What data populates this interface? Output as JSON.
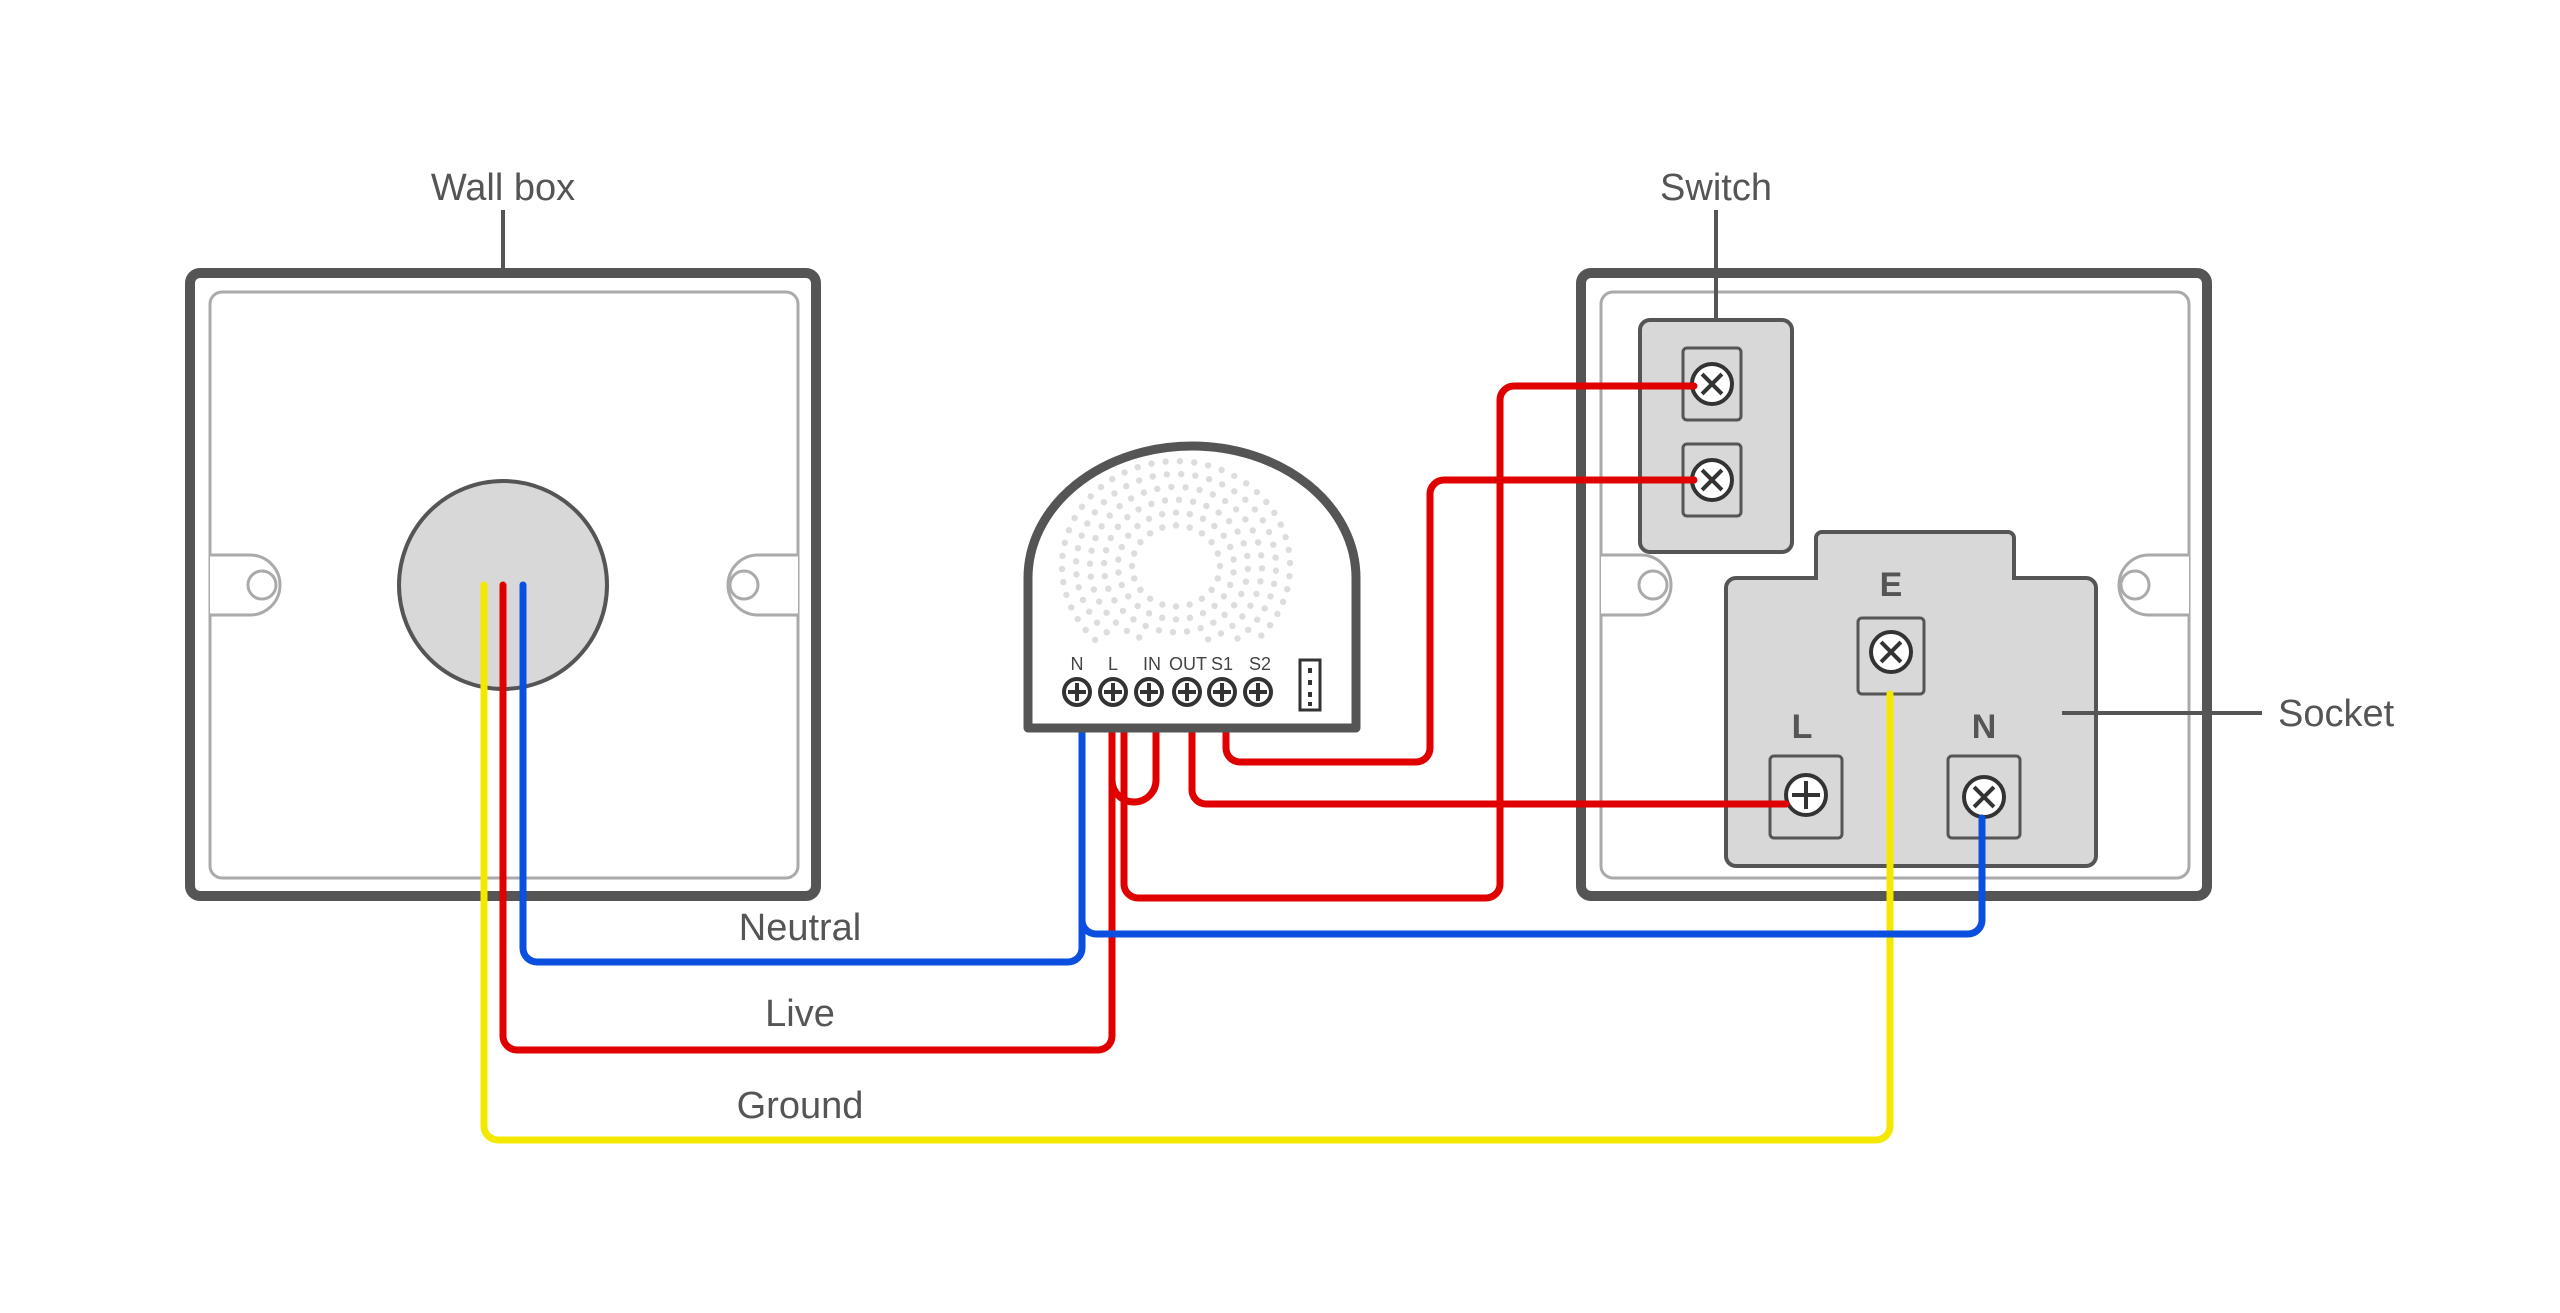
{
  "labels": {
    "wall_box": "Wall box",
    "switch": "Switch",
    "socket": "Socket",
    "neutral": "Neutral",
    "live": "Live",
    "ground": "Ground"
  },
  "module_terminals": [
    "N",
    "L",
    "IN",
    "OUT",
    "S1",
    "S2"
  ],
  "socket_terminals": {
    "earth": "E",
    "live": "L",
    "neutral": "N"
  },
  "colors": {
    "live": "#e00000",
    "neutral": "#0a4fe0",
    "ground": "#f5e800",
    "outline": "#555555",
    "fill": "#d8d8d8"
  }
}
